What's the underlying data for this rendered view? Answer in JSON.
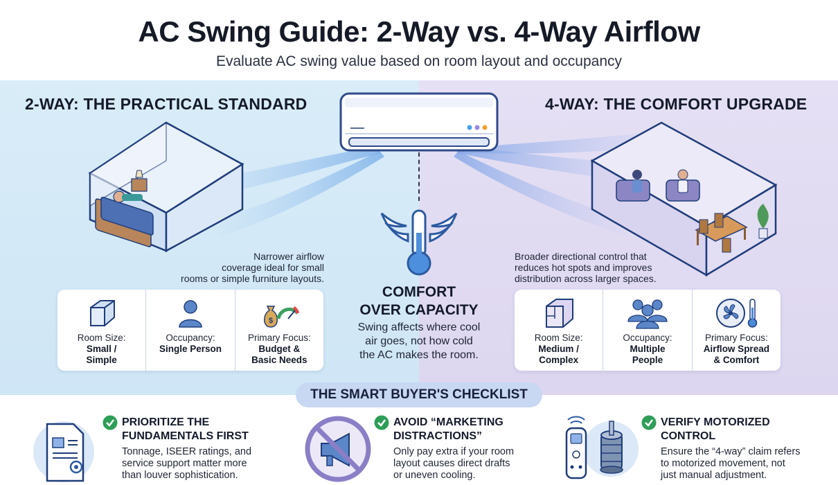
{
  "header": {
    "title": "AC Swing Guide: 2-Way vs. 4-Way Airflow",
    "subtitle": "Evaluate AC swing value based on room layout and occupancy"
  },
  "left": {
    "heading": "2-WAY: THE PRACTICAL STANDARD",
    "description": [
      "Narrower airflow",
      "coverage ideal for small",
      "rooms or simple furniture layouts."
    ],
    "stats": [
      {
        "icon": "cube-icon",
        "label": "Room Size:",
        "value": [
          "Small /",
          "Simple"
        ]
      },
      {
        "icon": "person-icon",
        "label": "Occupancy:",
        "value": [
          "Single Person"
        ]
      },
      {
        "icon": "money-bag-gauge-icon",
        "label": "Primary Focus:",
        "value": [
          "Budget &",
          "Basic Needs"
        ]
      }
    ]
  },
  "right": {
    "heading": "4-WAY: THE COMFORT UPGRADE",
    "description": [
      "Broader directional control that",
      "reduces hot spots and improves",
      "distribution across larger spaces."
    ],
    "stats": [
      {
        "icon": "floor-plan-icon",
        "label": "Room Size:",
        "value": [
          "Medium /",
          "Complex"
        ]
      },
      {
        "icon": "group-icon",
        "label": "Occupancy:",
        "value": [
          "Multiple",
          "People"
        ]
      },
      {
        "icon": "fan-thermometer-icon",
        "label": "Primary Focus:",
        "value": [
          "Airflow Spread",
          "& Comfort"
        ]
      }
    ]
  },
  "center": {
    "icon": "winged-thermometer-icon",
    "title": [
      "COMFORT",
      "OVER CAPACITY"
    ],
    "text": [
      "Swing affects where cool",
      "air goes, not how cold",
      "the AC makes the room."
    ]
  },
  "checklist": {
    "title": "THE SMART BUYER'S CHECKLIST",
    "items": [
      {
        "icon": "document-gear-icon",
        "title": [
          "PRIORITIZE THE",
          "FUNDAMENTALS FIRST"
        ],
        "text": [
          "Tonnage, ISEER ratings, and",
          "service support matter more",
          "than louver sophistication."
        ]
      },
      {
        "icon": "no-megaphone-icon",
        "title": [
          "AVOID “MARKETING",
          "DISTRACTIONS”"
        ],
        "text": [
          "Only pay extra if your room",
          "layout causes direct drafts",
          "or uneven cooling."
        ]
      },
      {
        "icon": "remote-motor-icon",
        "title": [
          "VERIFY MOTORIZED",
          "CONTROL"
        ],
        "text": [
          "Ensure the “4-way” claim refers",
          "to motorized movement, not",
          "just manual adjustment."
        ]
      }
    ]
  },
  "colors": {
    "left_panel": "#d9ecf8",
    "right_panel": "#e5e0f4",
    "accent_blue": "#3b6fb6",
    "accent_purple": "#8a7fc6",
    "check_green": "#2e9e57"
  }
}
